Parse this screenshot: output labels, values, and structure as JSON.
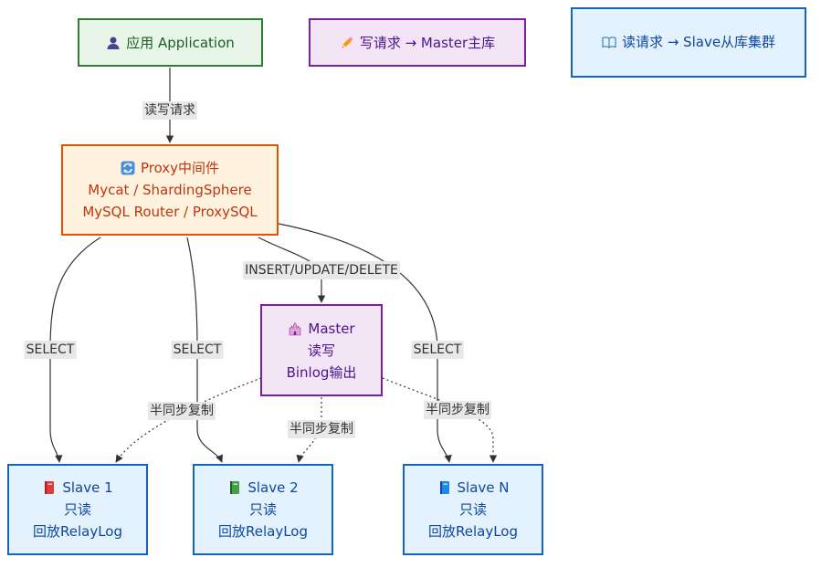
{
  "theme": {
    "app_fill": "#e8f5e9",
    "app_border": "#2e7d32",
    "app_text": "#1b5e20",
    "proxy_fill": "#fff3e0",
    "proxy_border": "#e65100",
    "proxy_text": "#bf360c",
    "master_fill": "#f3e5f5",
    "master_border": "#7b1fa2",
    "master_text": "#4a148c",
    "slave_fill": "#e3f2fd",
    "slave_border": "#1565c0",
    "slave_text": "#0d47a1",
    "edge_color": "#333333",
    "label_bg": "#e8e8e8"
  },
  "nodes": {
    "app": {
      "icon": "user-icon",
      "lines": [
        "应用 Application"
      ]
    },
    "proxy": {
      "icon": "refresh-icon",
      "lines": [
        "Proxy中间件",
        "Mycat / ShardingSphere",
        "MySQL Router / ProxySQL"
      ]
    },
    "master": {
      "icon": "castle-icon",
      "lines": [
        "Master",
        "读写",
        "Binlog输出"
      ]
    },
    "slave1": {
      "icon": "red-book-icon",
      "lines": [
        "Slave 1",
        "只读",
        "回放RelayLog"
      ]
    },
    "slave2": {
      "icon": "green-book-icon",
      "lines": [
        "Slave 2",
        "只读",
        "回放RelayLog"
      ]
    },
    "slaveN": {
      "icon": "blue-book-icon",
      "lines": [
        "Slave N",
        "只读",
        "回放RelayLog"
      ]
    }
  },
  "legend": {
    "write": {
      "icon": "pencil-icon",
      "text": "写请求 → Master主库"
    },
    "read": {
      "icon": "open-book-icon",
      "text": "读请求 → Slave从库集群"
    }
  },
  "edges": {
    "app_proxy": "读写请求",
    "proxy_master": "INSERT/UPDATE/DELETE",
    "proxy_slave1": "SELECT",
    "proxy_slave2": "SELECT",
    "proxy_slaveN": "SELECT",
    "master_slave1": "半同步复制",
    "master_slave2": "半同步复制",
    "master_slaveN": "半同步复制"
  }
}
